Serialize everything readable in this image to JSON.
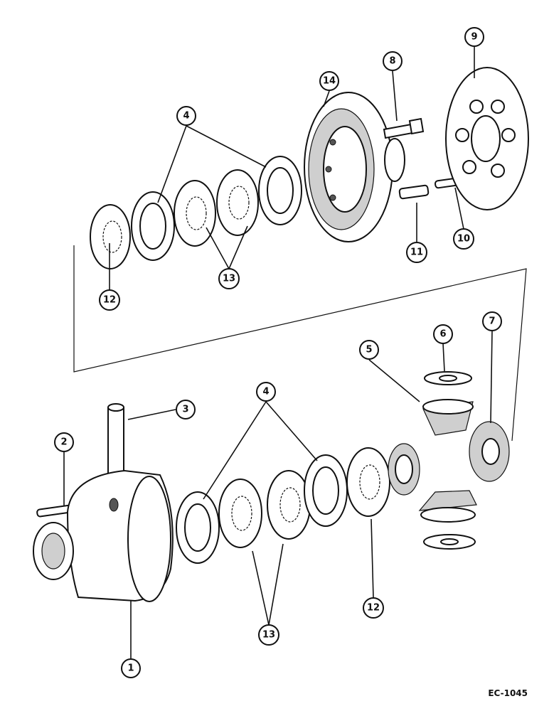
{
  "figure_code": "EC-1045",
  "callouts": {
    "c1": "1",
    "c2": "2",
    "c3": "3",
    "c4_top": "4",
    "c4_bottom": "4",
    "c5": "5",
    "c6": "6",
    "c7": "7",
    "c8": "8",
    "c9": "9",
    "c10": "10",
    "c11": "11",
    "c12_top": "12",
    "c12_bottom": "12",
    "c13_top": "13",
    "c13_bottom": "13",
    "c14": "14"
  }
}
